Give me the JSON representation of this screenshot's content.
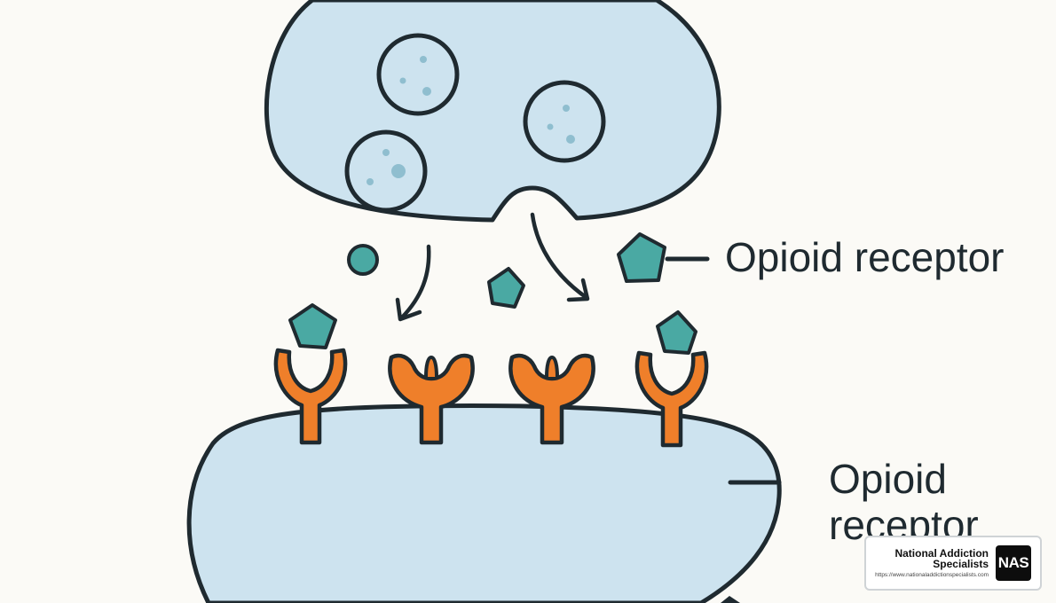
{
  "labels": {
    "top_right": "Opioid receptor",
    "bottom_right_line1": "Opioid",
    "bottom_right_line2": "receptor"
  },
  "badge": {
    "name": "National Addiction\nSpecialists",
    "url": "https://www.nationaladdictionspecialists.com",
    "logo": "NAS"
  },
  "colors": {
    "background": "#fbfaf6",
    "cell": "#cde3ef",
    "outline": "#1f2a30",
    "molecule": "#4aa9a3",
    "receptor": "#ef7f2a",
    "vesicle_dot": "#8fbecf"
  },
  "icons": [
    "pentagon-molecule-icon",
    "circle-molecule-icon",
    "y-receptor-icon",
    "arrow-icon"
  ]
}
